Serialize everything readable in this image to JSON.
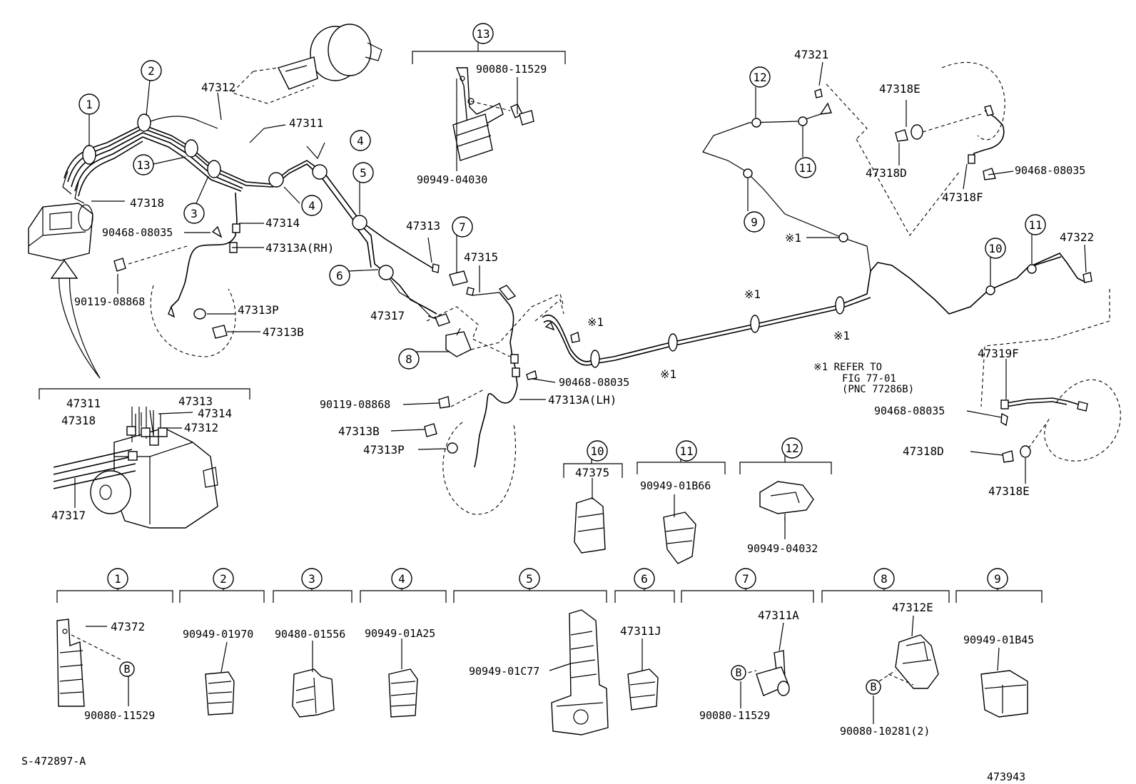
{
  "callouts": {
    "c1": "1",
    "c2": "2",
    "c3": "3",
    "c4": "4",
    "c5": "5",
    "c6": "6",
    "c7": "7",
    "c8": "8",
    "c9": "9",
    "c10": "10",
    "c11": "11",
    "c12": "12",
    "c13": "13",
    "b": "B"
  },
  "labels": {
    "p47312_top": "47312",
    "p47311_top": "47311",
    "p47318_left": "47318",
    "p47314": "47314",
    "p90468_rh": "90468-08035",
    "p47313a_rh": "47313A(RH)",
    "p90119_rh": "90119-08868",
    "p47313p_rh": "47313P",
    "p47313b_rh": "47313B",
    "p90080_top": "90080-11529",
    "p90949_04030": "90949-04030",
    "p47313_mid": "47313",
    "p47315": "47315",
    "p47317_mid": "47317",
    "p90468_lh": "90468-08035",
    "p90119_lh": "90119-08868",
    "p47313a_lh": "47313A(LH)",
    "p47313b_lh": "47313B",
    "p47313p_lh": "47313P",
    "p47321": "47321",
    "p47318e_top": "47318E",
    "p47318d_top": "47318D",
    "p90468_right_top": "90468-08035",
    "p47318f": "47318F",
    "p47322": "47322",
    "p47319f": "47319F",
    "p90468_right_bot": "90468-08035",
    "p47318d_bot": "47318D",
    "p47318e_bot": "47318E",
    "inset_47311": "47311",
    "inset_47313": "47313",
    "inset_47318": "47318",
    "inset_47314": "47314",
    "inset_47312": "47312",
    "inset_47317": "47317",
    "p47375": "47375",
    "p90949_01b66": "90949-01B66",
    "p90949_04032": "90949-04032",
    "p47372": "47372",
    "p90080_g1": "90080-11529",
    "p90949_01970": "90949-01970",
    "p90480_01556": "90480-01556",
    "p90949_01a25": "90949-01A25",
    "p90949_01c77": "90949-01C77",
    "p47311j": "47311J",
    "p47311a": "47311A",
    "p90080_g7": "90080-11529",
    "p47312e": "47312E",
    "p90080_10281": "90080-10281(2)",
    "p90949_01b45": "90949-01B45"
  },
  "notes": {
    "mark": "※1",
    "refer_line1": "※1 REFER TO",
    "refer_line2": "FIG 77-01",
    "refer_line3": "(PNC 77286B)"
  },
  "footer": {
    "code_left": "S-472897-A",
    "code_right": "473943"
  }
}
